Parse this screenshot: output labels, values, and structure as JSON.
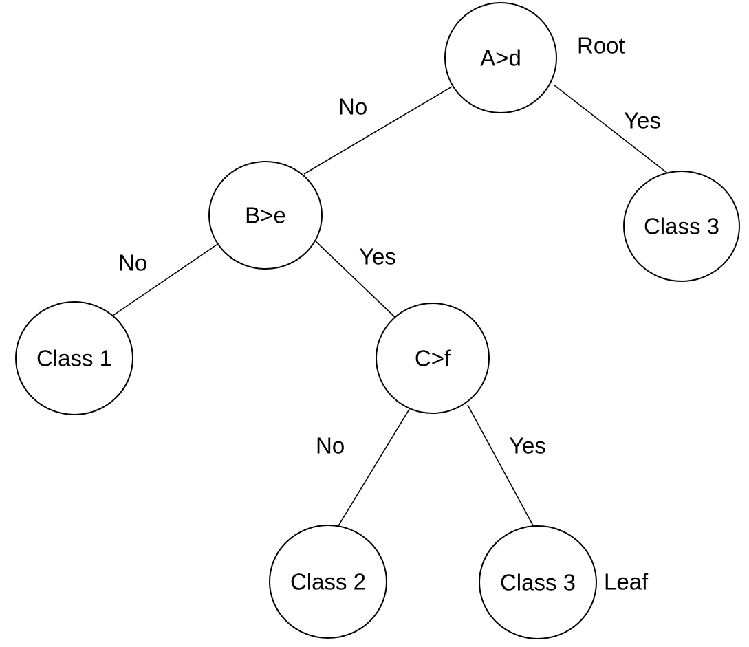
{
  "tree": {
    "nodes": [
      {
        "id": "root",
        "label": "A>d"
      },
      {
        "id": "b",
        "label": "B>e"
      },
      {
        "id": "class3-top",
        "label": "Class 3"
      },
      {
        "id": "class1",
        "label": "Class 1"
      },
      {
        "id": "c",
        "label": "C>f"
      },
      {
        "id": "class2",
        "label": "Class 2"
      },
      {
        "id": "class3-bottom",
        "label": "Class 3"
      }
    ],
    "edges": [
      {
        "from": "root",
        "to": "b",
        "label": "No"
      },
      {
        "from": "root",
        "to": "class3-top",
        "label": "Yes"
      },
      {
        "from": "b",
        "to": "class1",
        "label": "No"
      },
      {
        "from": "b",
        "to": "c",
        "label": "Yes"
      },
      {
        "from": "c",
        "to": "class2",
        "label": "No"
      },
      {
        "from": "c",
        "to": "class3-bottom",
        "label": "Yes"
      }
    ],
    "annotations": {
      "root": "Root",
      "leaf": "Leaf"
    }
  }
}
